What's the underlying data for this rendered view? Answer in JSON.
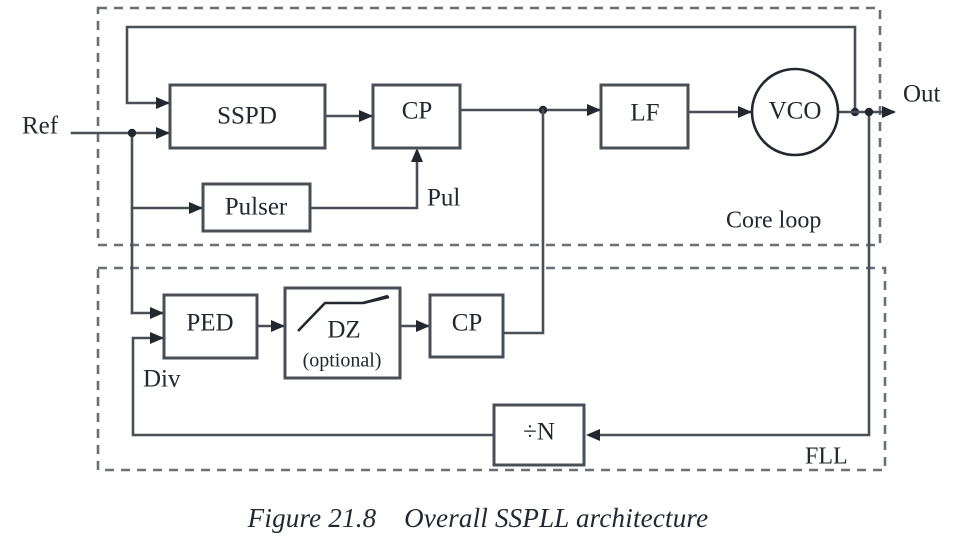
{
  "figure": {
    "caption_number": "Figure 21.8",
    "caption_title": "Overall SSPLL architecture",
    "caption_full": "Figure 21.8    Overall SSPLL architecture"
  },
  "colors": {
    "block_stroke": "#4a4f57",
    "wire": "#4a4f57",
    "dashed_group": "#6a6f78",
    "text": "#23272f",
    "background": "#ffffff"
  },
  "groups": [
    {
      "id": "core-loop",
      "label": "Core loop"
    },
    {
      "id": "fll",
      "label": "FLL"
    }
  ],
  "blocks": [
    {
      "id": "sspd",
      "label": "SSPD",
      "shape": "rect",
      "group": "core-loop"
    },
    {
      "id": "cp-core",
      "label": "CP",
      "shape": "rect",
      "group": "core-loop"
    },
    {
      "id": "lf",
      "label": "LF",
      "shape": "rect",
      "group": "core-loop"
    },
    {
      "id": "vco",
      "label": "VCO",
      "shape": "circle",
      "group": "core-loop"
    },
    {
      "id": "pulser",
      "label": "Pulser",
      "shape": "rect",
      "group": "core-loop"
    },
    {
      "id": "ped",
      "label": "PED",
      "shape": "rect",
      "group": "fll"
    },
    {
      "id": "dz",
      "label": "DZ",
      "sublabel": "(optional)",
      "shape": "rect",
      "group": "fll"
    },
    {
      "id": "cp-fll",
      "label": "CP",
      "shape": "rect",
      "group": "fll"
    },
    {
      "id": "divn",
      "label": "÷N",
      "shape": "rect",
      "group": "fll"
    }
  ],
  "signals": [
    {
      "id": "ref",
      "label": "Ref"
    },
    {
      "id": "out",
      "label": "Out"
    },
    {
      "id": "pul",
      "label": "Pul"
    },
    {
      "id": "div",
      "label": "Div"
    }
  ]
}
